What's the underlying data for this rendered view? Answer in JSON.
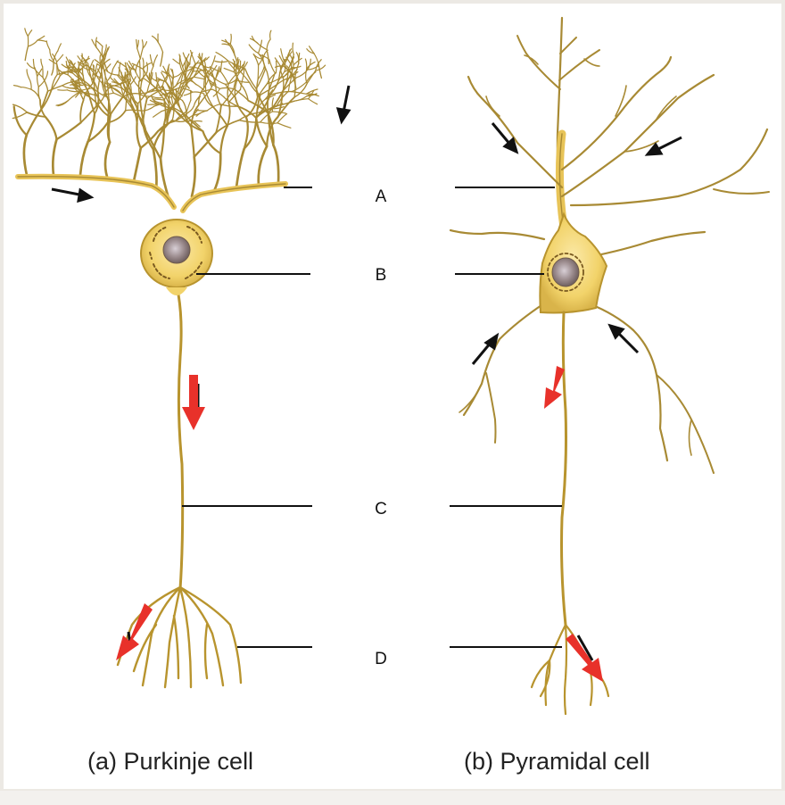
{
  "labels": {
    "a": "A",
    "b": "B",
    "c": "C",
    "d": "D"
  },
  "captions": {
    "left": "(a) Purkinje cell",
    "right": "(b) Pyramidal cell"
  },
  "colors": {
    "neuron_fill": "#f2d36a",
    "neuron_stroke": "#9a7a2c",
    "leader_line": "#111111",
    "input_arrow": "#111111",
    "output_arrow": "#e8312a",
    "nucleus": "#8a7a78"
  },
  "icons": {
    "input_arrow": "black-arrow-icon",
    "output_arrow": "red-arrow-icon"
  }
}
